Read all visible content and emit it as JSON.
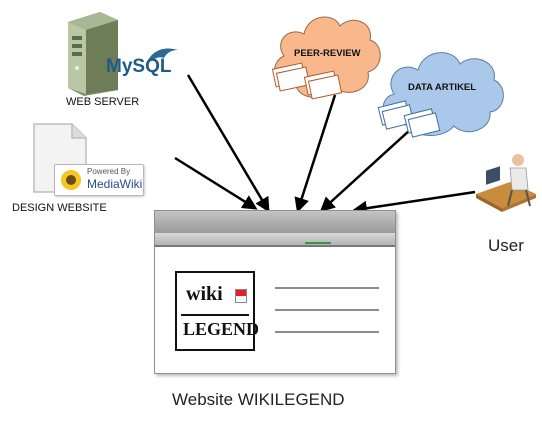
{
  "nodes": {
    "web_server": {
      "label": "WEB SERVER",
      "db_logo_text": "MySQL"
    },
    "design_website": {
      "label": "DESIGN WEBSITE",
      "badge_line1": "Powered By",
      "badge_line2": "MediaWiki"
    },
    "peer_review": {
      "label": "PEER-REVIEW"
    },
    "data_artikel": {
      "label": "DATA ARTIKEL"
    },
    "user": {
      "label": "User"
    }
  },
  "website": {
    "logo_line1": "wiki",
    "logo_line2": "LEGEND",
    "caption": "Website WIKILEGEND"
  },
  "colors": {
    "cloud_orange": "#F8B88B",
    "cloud_blue": "#A9C8EA",
    "window_bar": "#9a9a9a",
    "flag_red": "#e0202a"
  }
}
